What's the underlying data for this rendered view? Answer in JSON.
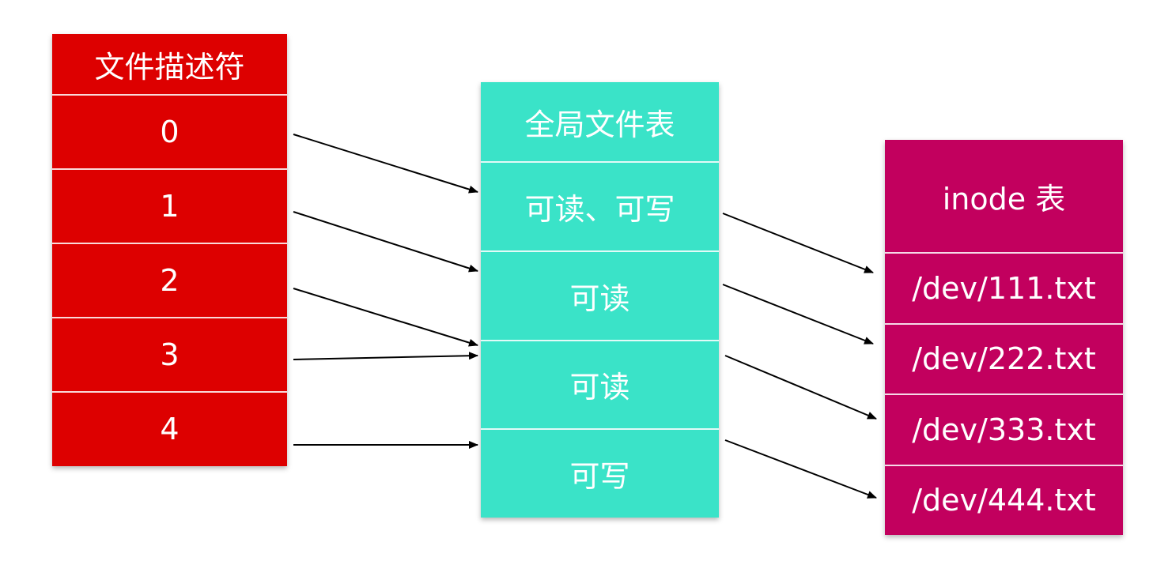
{
  "fd_table": {
    "header": "文件描述符",
    "rows": [
      "0",
      "1",
      "2",
      "3",
      "4"
    ],
    "color": "#dd0000"
  },
  "global_file_table": {
    "header": "全局文件表",
    "rows": [
      "可读、可写",
      "可读",
      "可读",
      "可写"
    ],
    "color": "#3ae3c8"
  },
  "inode_table": {
    "header": "inode 表",
    "rows": [
      "/dev/111.txt",
      "/dev/222.txt",
      "/dev/333.txt",
      "/dev/444.txt"
    ],
    "color": "#c2005e"
  },
  "edges": [
    {
      "from": "fd:0",
      "to": "global:0"
    },
    {
      "from": "fd:1",
      "to": "global:1"
    },
    {
      "from": "fd:2",
      "to": "global:2"
    },
    {
      "from": "fd:3",
      "to": "global:2"
    },
    {
      "from": "fd:4",
      "to": "global:3"
    },
    {
      "from": "global:0",
      "to": "inode:0"
    },
    {
      "from": "global:1",
      "to": "inode:1"
    },
    {
      "from": "global:2",
      "to": "inode:2"
    },
    {
      "from": "global:3",
      "to": "inode:3"
    }
  ]
}
